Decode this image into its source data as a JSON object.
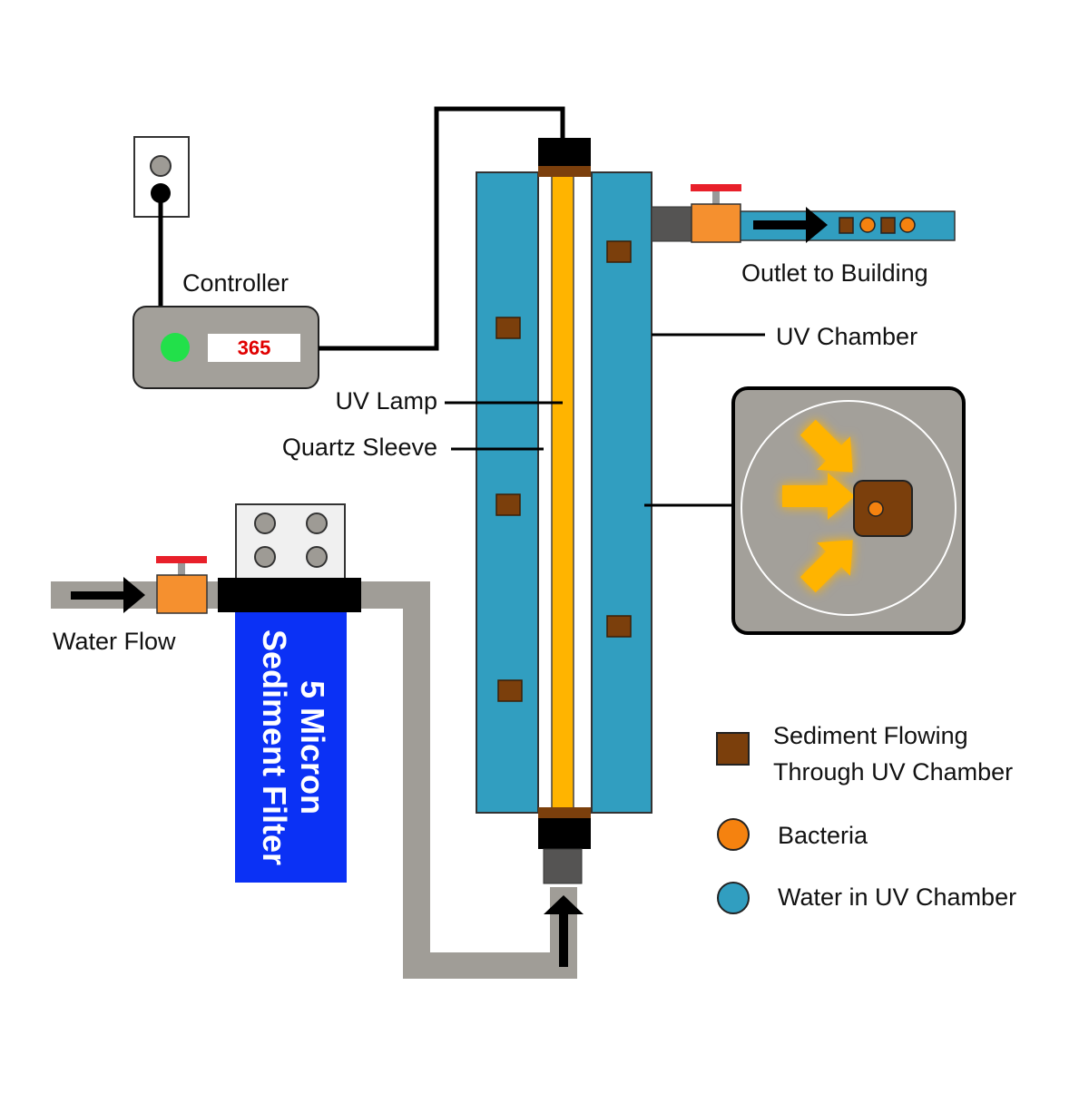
{
  "labels": {
    "controller": "Controller",
    "controller_display": "365",
    "outlet": "Outlet to Building",
    "uv_chamber": "UV Chamber",
    "uv_lamp": "UV Lamp",
    "quartz_sleeve": "Quartz Sleeve",
    "water_flow": "Water Flow",
    "filter_line1": "5 Micron",
    "filter_line2": "Sediment Filter"
  },
  "legend": {
    "sediment_line1": "Sediment Flowing",
    "sediment_line2": "Through UV Chamber",
    "bacteria": "Bacteria",
    "water": "Water in UV Chamber"
  },
  "colors": {
    "water": "#319ec0",
    "sediment": "#7b3f0c",
    "bacteria": "#f5820f",
    "lamp": "#ffb400",
    "pipe": "#a09d97",
    "filter": "#0b31f5",
    "valve": "#f5902f",
    "valve_handle": "#e8202a",
    "indicator": "#22e04a",
    "controller_body": "#a3a09a"
  }
}
